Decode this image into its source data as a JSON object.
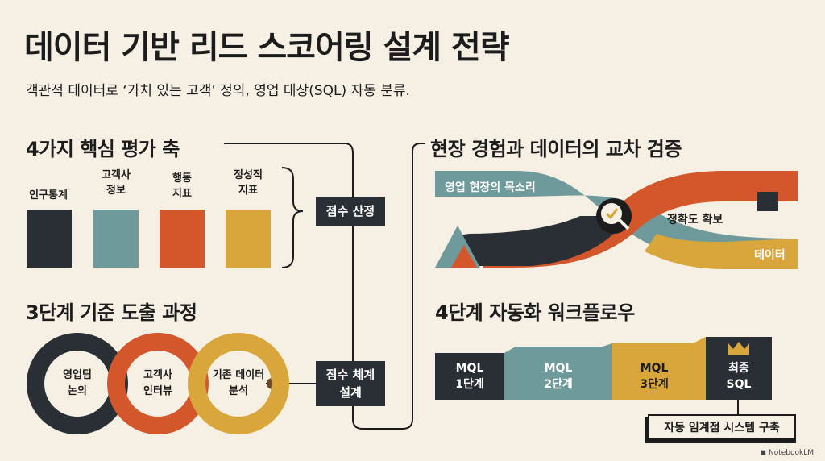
{
  "title": "데이터 기반 리드 스코어링 설계 전략",
  "subtitle": "객관적 데이터로 ‘가치 있는 고객’ 정의, 영업 대상(SQL) 자동 분류.",
  "axes": {
    "heading": "4가지 핵심 평가 축",
    "items": [
      {
        "label": "인구통계",
        "color": "#2a2f36"
      },
      {
        "label": "고객사\n정보",
        "color": "#6e9a9b"
      },
      {
        "label": "행동\n지표",
        "color": "#d4572c"
      },
      {
        "label": "정성적\n지표",
        "color": "#d8a63a"
      }
    ]
  },
  "scoring_box": "점수 산정",
  "stages": {
    "heading": "3단계 기준 도출 과정",
    "rings": [
      {
        "label": "영업팀\n논의",
        "color": "#2a2f36"
      },
      {
        "label": "고객사\n인터뷰",
        "color": "#d4572c"
      },
      {
        "label": "기존 데이터\n분석",
        "color": "#d8a63a"
      }
    ]
  },
  "system_box": "점수 체계\n설계",
  "crosscheck": {
    "heading": "현장 경험과 데이터의 교차 검증",
    "voice_label": "영업 현장의 목소리",
    "accuracy_label": "정확도 확보",
    "data_label": "데이터",
    "icon": "magnifier-check-icon"
  },
  "workflow": {
    "heading": "4단계 자동화 워크플로우",
    "steps": [
      {
        "label": "MQL\n1단계",
        "color": "#2a2f36",
        "text_color": "#ffffff"
      },
      {
        "label": "MQL\n2단계",
        "color": "#6e9a9b",
        "text_color": "#ffffff"
      },
      {
        "label": "MQL\n3단계",
        "color": "#d8a63a",
        "text_color": "#1c1c1c"
      },
      {
        "label": "최종\nSQL",
        "color": "#2a2f36",
        "text_color": "#ffffff"
      }
    ],
    "crown_icon": "crown-icon",
    "threshold_box": "자동 임계점 시스템 구축"
  },
  "footer": "NotebookLM",
  "colors": {
    "dark": "#2a2f36",
    "teal": "#6e9a9b",
    "orange": "#d4572c",
    "mustard": "#d8a63a",
    "background": "#f6f0e4"
  }
}
